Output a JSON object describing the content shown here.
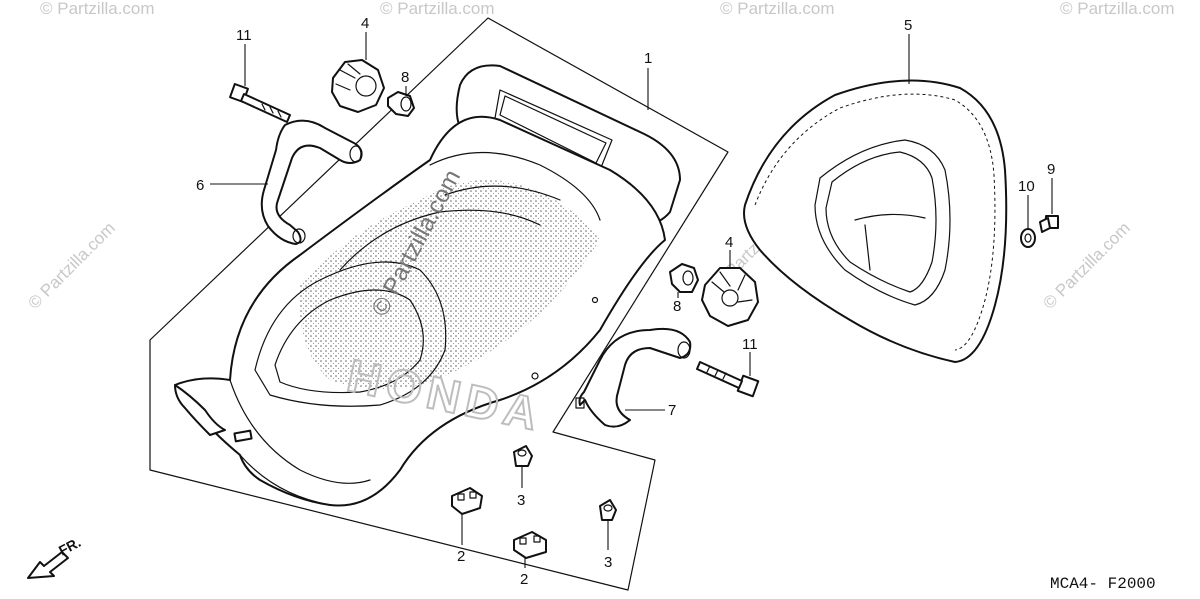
{
  "diagram": {
    "code": "MCA4- F2000",
    "direction_label": "FR.",
    "brand_mark": "HONDA",
    "watermark_text": "© Partzilla.com",
    "callouts": [
      {
        "id": "c1",
        "label": "1"
      },
      {
        "id": "c2a",
        "label": "2"
      },
      {
        "id": "c2b",
        "label": "2"
      },
      {
        "id": "c3a",
        "label": "3"
      },
      {
        "id": "c3b",
        "label": "3"
      },
      {
        "id": "c4a",
        "label": "4"
      },
      {
        "id": "c4b",
        "label": "4"
      },
      {
        "id": "c5",
        "label": "5"
      },
      {
        "id": "c6",
        "label": "6"
      },
      {
        "id": "c7",
        "label": "7"
      },
      {
        "id": "c8a",
        "label": "8"
      },
      {
        "id": "c8b",
        "label": "8"
      },
      {
        "id": "c9",
        "label": "9"
      },
      {
        "id": "c10",
        "label": "10"
      },
      {
        "id": "c11a",
        "label": "11"
      },
      {
        "id": "c11b",
        "label": "11"
      }
    ]
  }
}
